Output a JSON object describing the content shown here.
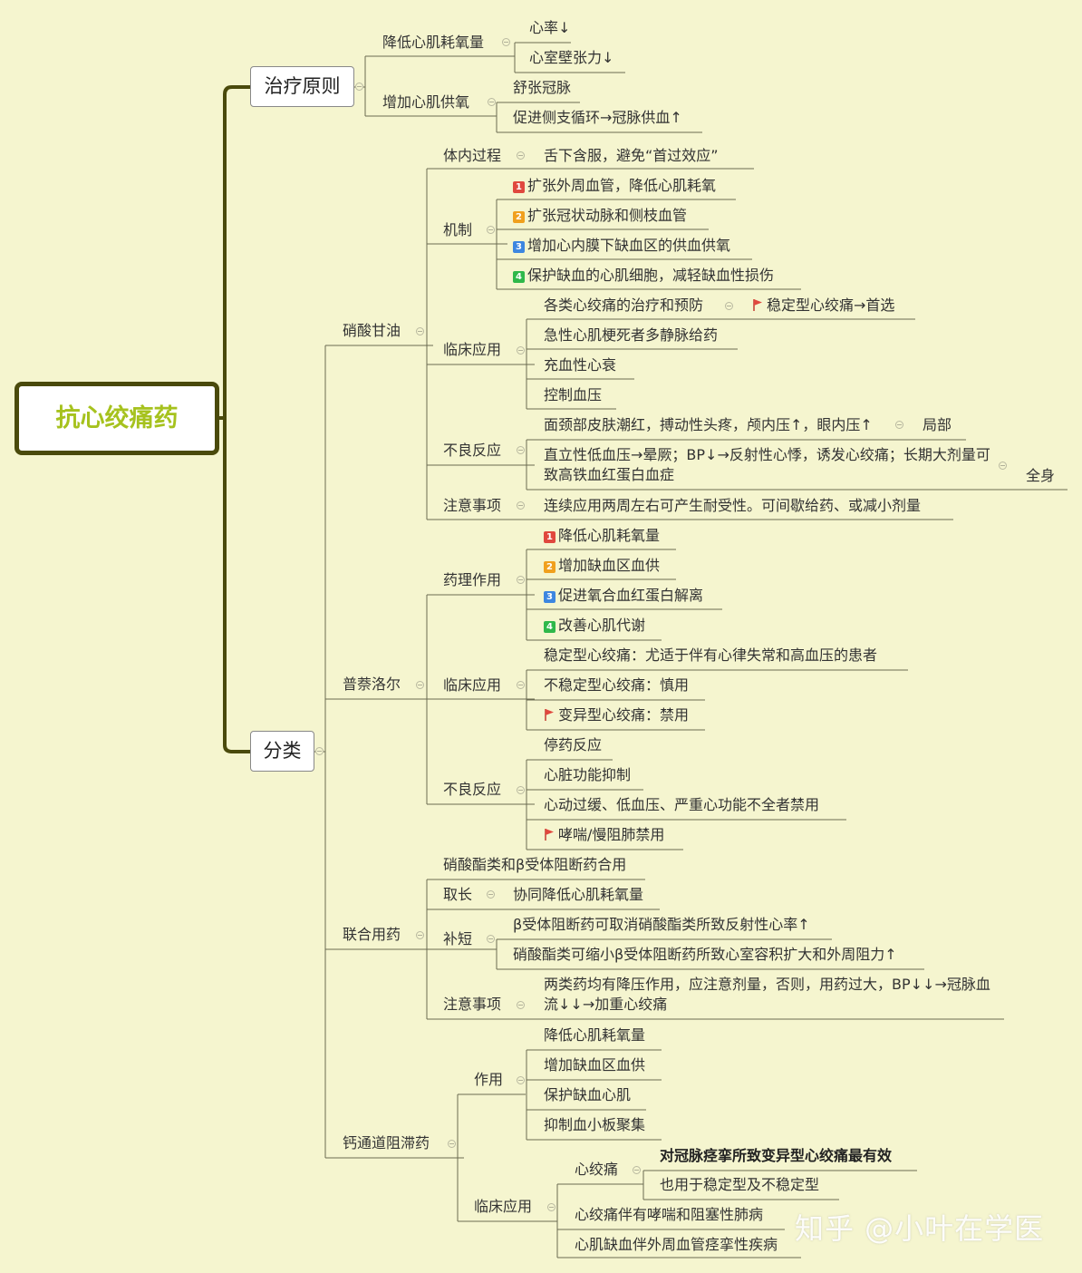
{
  "root": "抗心绞痛药",
  "principle": {
    "title": "治疗原则",
    "reduce": {
      "label": "降低心肌耗氧量",
      "items": [
        "心率↓",
        "心室壁张力↓"
      ]
    },
    "increase": {
      "label": "增加心肌供氧",
      "items": [
        "舒张冠脉",
        "促进侧支循环→冠脉供血↑"
      ]
    }
  },
  "classify": {
    "title": "分类",
    "ntg": {
      "label": "硝酸甘油",
      "process": {
        "label": "体内过程",
        "text": "舌下含服，避免“首过效应”"
      },
      "mechanism": {
        "label": "机制",
        "items": [
          "扩张外周血管，降低心肌耗氧",
          "扩张冠状动脉和侧枝血管",
          "增加心内膜下缺血区的供血供氧",
          "保护缺血的心肌细胞，减轻缺血性损伤"
        ]
      },
      "clinical": {
        "label": "临床应用",
        "item1": "各类心绞痛的治疗和预防",
        "item1_sub": "稳定型心绞痛→首选",
        "items": [
          "急性心肌梗死者多静脉给药",
          "充血性心衰",
          "控制血压"
        ]
      },
      "adverse": {
        "label": "不良反应",
        "local": "面颈部皮肤潮红，搏动性头疼，颅内压↑，眼内压↑",
        "local_sub": "局部",
        "systemic": "直立性低血压→晕厥；BP↓→反射性心悸，诱发心绞痛；长期大剂量可致高铁血红蛋白血症",
        "systemic_sub": "全身"
      },
      "caution": {
        "label": "注意事项",
        "text": "连续应用两周左右可产生耐受性。可间歇给药、或减小剂量"
      }
    },
    "prop": {
      "label": "普萘洛尔",
      "pharm": {
        "label": "药理作用",
        "items": [
          "降低心肌耗氧量",
          "增加缺血区血供",
          "促进氧合血红蛋白解离",
          "改善心肌代谢"
        ]
      },
      "clinical": {
        "label": "临床应用",
        "items": [
          "稳定型心绞痛：尤适于伴有心律失常和高血压的患者",
          "不稳定型心绞痛：慎用",
          "变异型心绞痛：禁用"
        ]
      },
      "adverse": {
        "label": "不良反应",
        "items": [
          "停药反应",
          "心脏功能抑制",
          "心动过缓、低血压、严重心功能不全者禁用",
          "哮喘/慢阻肺禁用"
        ]
      }
    },
    "combo": {
      "label": "联合用药",
      "title": "硝酸酯类和β受体阻断药合用",
      "pro": {
        "label": "取长",
        "text": "协同降低心肌耗氧量"
      },
      "comp": {
        "label": "补短",
        "items": [
          "β受体阻断药可取消硝酸酯类所致反射性心率↑",
          "硝酸酯类可缩小β受体阻断药所致心室容积扩大和外周阻力↑"
        ]
      },
      "caution": {
        "label": "注意事项",
        "text": "两类药均有降压作用，应注意剂量，否则，用药过大，BP↓↓→冠脉血流↓↓→加重心绞痛"
      }
    },
    "ccb": {
      "label": "钙通道阻滞药",
      "action": {
        "label": "作用",
        "items": [
          "降低心肌耗氧量",
          "增加缺血区血供",
          "保护缺血心肌",
          "抑制血小板聚集"
        ]
      },
      "clinical": {
        "label": "临床应用",
        "angina": {
          "label": "心绞痛",
          "items": [
            "对冠脉痉挛所致变异型心绞痛最有效",
            "也用于稳定型及不稳定型"
          ]
        },
        "items": [
          "心绞痛伴有哮喘和阻塞性肺病",
          "心肌缺血伴外周血管痉挛性疾病"
        ]
      }
    }
  },
  "watermark": "知乎 @小叶在学医",
  "colors": {
    "background": "#f5f5cf",
    "trunk": "#4a4a0c",
    "root_text": "#a6c21e",
    "badge1": "#e0483e",
    "badge2": "#f0a01e",
    "badge3": "#3d86e0",
    "badge4": "#2fb84a",
    "flag": "#e0483e"
  }
}
